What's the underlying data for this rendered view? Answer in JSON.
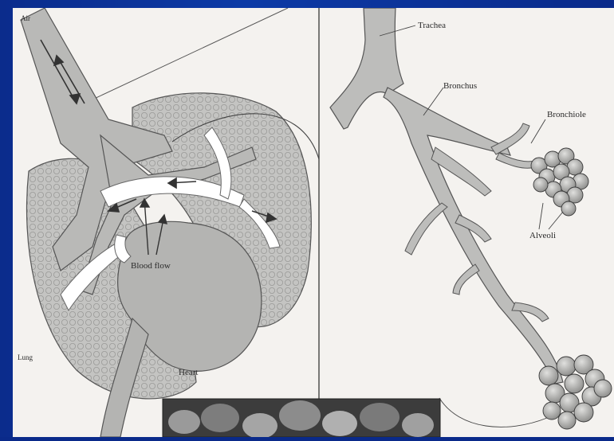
{
  "labels": {
    "air": "Air",
    "blood_flow": "Blood flow",
    "heart": "Heart",
    "lung": "Lung",
    "trachea": "Trachea",
    "bronchus": "Bronchus",
    "bronchiole": "Bronchiole",
    "alveoli": "Alveoli"
  },
  "colors": {
    "background": "#0a2a8a",
    "paper": "#f4f2ef",
    "tissue": "#b9b9b7",
    "airway": "#d8d8d6",
    "outline": "#3a3a3a"
  }
}
